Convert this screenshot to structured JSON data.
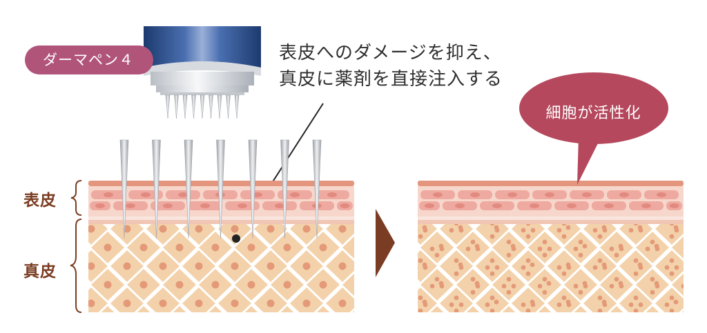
{
  "pen_label": "ダーマペン４",
  "caption": {
    "line1": "表皮へのダメージを抑え、",
    "line2": "真皮に薬剤を直接注入する"
  },
  "layers": {
    "epidermis": "表皮",
    "dermis": "真皮"
  },
  "bubble": "細胞が活性化",
  "colors": {
    "pen_blue": "#3a5c96",
    "label_pink": "#b0547a",
    "bubble_red": "#b5485d",
    "skin_top": "#e3957d",
    "epidermis_bg": "#f7d7cc",
    "epidermis_cell": "#eeaaa0",
    "dermis_bg": "#f3d2ab",
    "dermis_nucleus": "#e49a78",
    "arrow": "#7a3c22"
  }
}
